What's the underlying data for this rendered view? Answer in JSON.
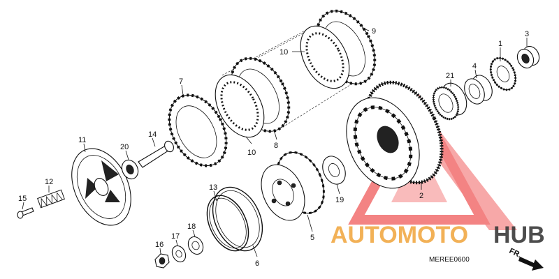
{
  "diagram": {
    "reference_code": "MEREE0600",
    "direction_marker": "FR.",
    "watermark": {
      "text_a": "AUTOMOTO",
      "text_b": "HUB",
      "color_a": "#f0a33a",
      "color_b": "#3a3a3a",
      "triangle_color": "#f05a5a"
    },
    "parts": [
      {
        "id": "p1",
        "label": "1"
      },
      {
        "id": "p2",
        "label": "2"
      },
      {
        "id": "p3",
        "label": "3"
      },
      {
        "id": "p4",
        "label": "4"
      },
      {
        "id": "p5",
        "label": "5"
      },
      {
        "id": "p6",
        "label": "6"
      },
      {
        "id": "p7",
        "label": "7"
      },
      {
        "id": "p8",
        "label": "8"
      },
      {
        "id": "p9",
        "label": "9"
      },
      {
        "id": "p10a",
        "label": "10"
      },
      {
        "id": "p10b",
        "label": "10"
      },
      {
        "id": "p11",
        "label": "11"
      },
      {
        "id": "p12",
        "label": "12"
      },
      {
        "id": "p13",
        "label": "13"
      },
      {
        "id": "p14",
        "label": "14"
      },
      {
        "id": "p15",
        "label": "15"
      },
      {
        "id": "p16",
        "label": "16"
      },
      {
        "id": "p17",
        "label": "17"
      },
      {
        "id": "p18",
        "label": "18"
      },
      {
        "id": "p19",
        "label": "19"
      },
      {
        "id": "p20",
        "label": "20"
      },
      {
        "id": "p21",
        "label": "21"
      }
    ]
  }
}
